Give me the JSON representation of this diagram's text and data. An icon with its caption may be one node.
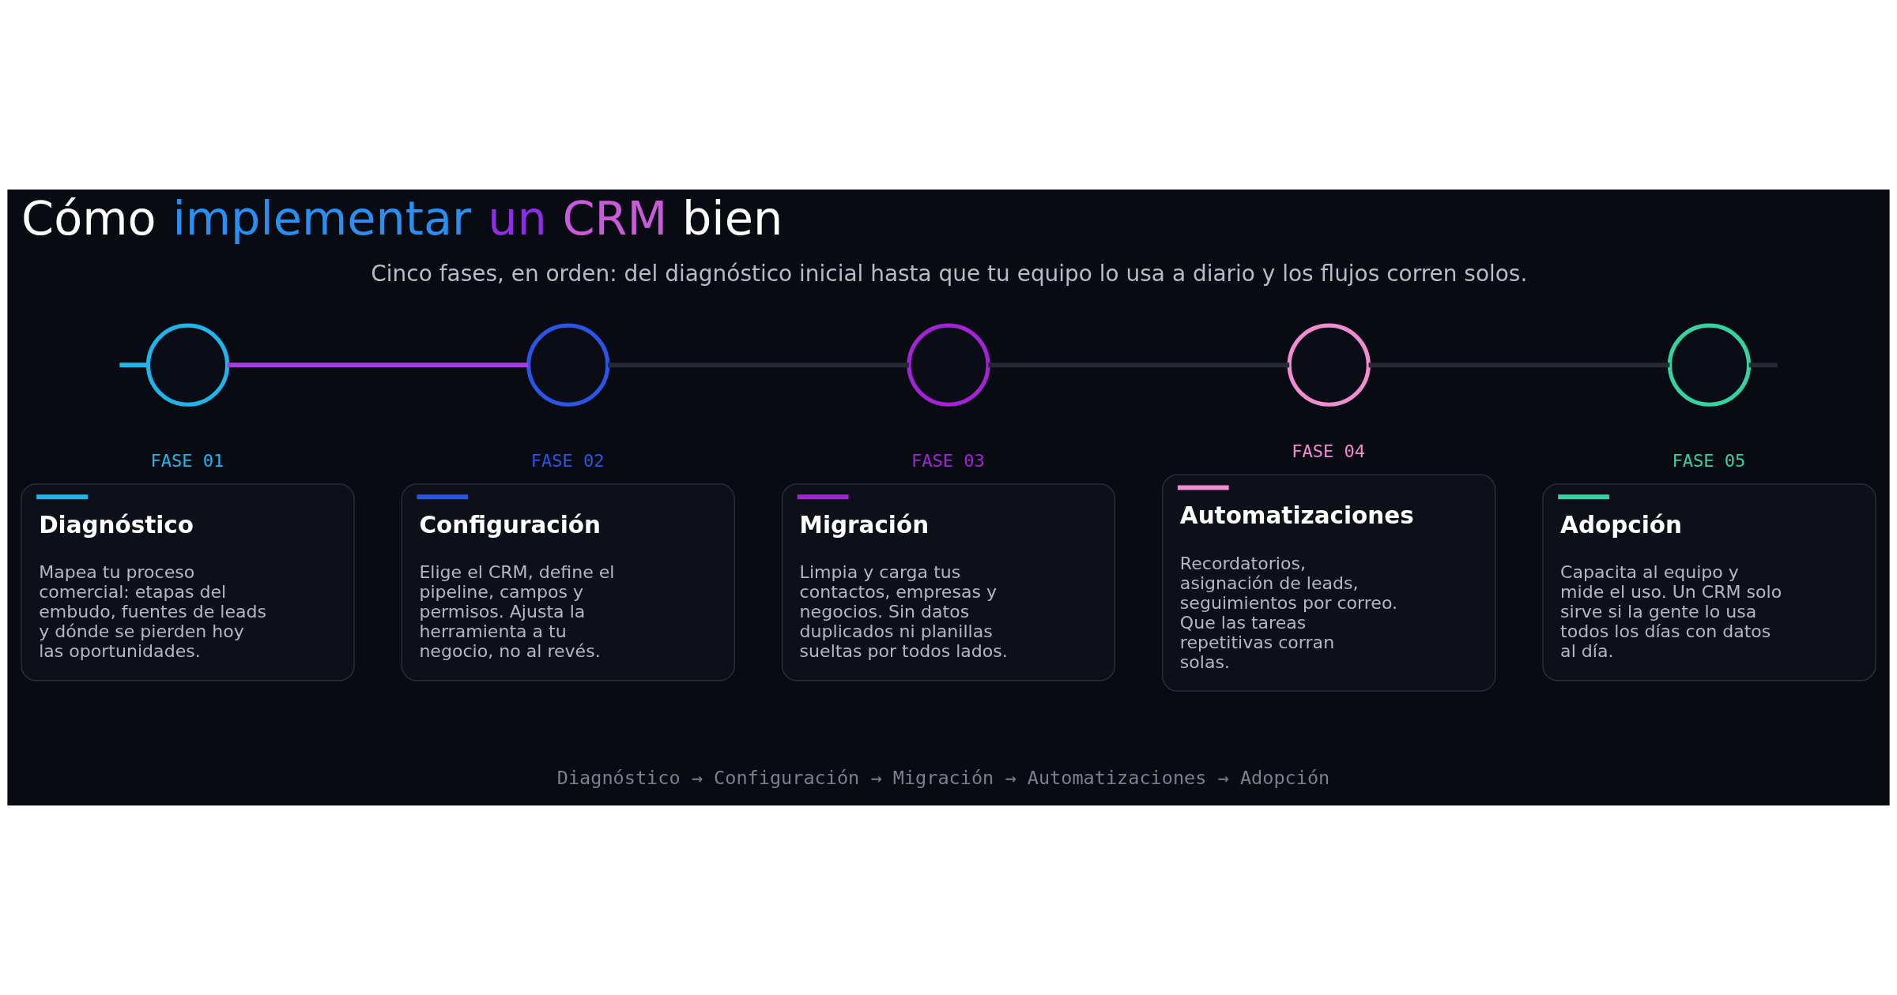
{
  "diagram": {
    "title": "Cómo implementar un CRM bien",
    "nodes": [
      {
        "text": [],
        "shape": "circle"
      },
      {
        "text": [],
        "shape": "circle"
      },
      {
        "text": [],
        "shape": "circle"
      },
      {
        "text": [],
        "shape": "circle"
      },
      {
        "text": [],
        "shape": "circle"
      },
      {
        "text": [
          "FASE 01",
          "Diagnóstico",
          "Mapea tu proceso comercial: etapas del embudo, fuentes de leads y dónde se pierden hoy las oportunidades."
        ]
      },
      {
        "text": [
          "FASE 02",
          "Configuración",
          "Elige el CRM, define el pipeline, campos y permisos. Ajusta la herramienta a tu negocio, no al revés."
        ]
      },
      {
        "text": [
          "FASE 03",
          "Migración",
          "Limpia y carga tus contactos, empresas y negocios. Sin datos duplicados ni planillas sueltas por todos lados."
        ]
      },
      {
        "text": [
          "FASE 04",
          "Automatizaciones",
          "Recordatorios, asignación de leads, seguimientos por correo. Que las tareas repetitivas corran solas."
        ]
      },
      {
        "text": [
          "FASE 05",
          "Adopción",
          "Capacita al equipo y mide el uso. Un CRM solo sirve si la gente lo usa todos los días con datos al día."
        ]
      }
    ],
    "edges": [
      {
        "from": null,
        "to": 0,
        "arrow": "none",
        "color": "#1fb4ea"
      },
      {
        "from": 0,
        "to": 1,
        "arrow": "none",
        "color": "#a23fe0"
      },
      {
        "from": 1,
        "to": 2,
        "arrow": "none"
      },
      {
        "from": 2,
        "to": 3,
        "arrow": "none"
      },
      {
        "from": 3,
        "to": 4,
        "arrow": "none"
      },
      {
        "from": 4,
        "to": null,
        "arrow": "none"
      }
    ],
    "labels": [
      "Cinco fases, en orden: del diagnóstico inicial hasta que tu equipo lo usa a diario y los flujos corren solos.",
      "Diagnóstico → Configuración → Migración → Automatizaciones → Adopción"
    ]
  }
}
